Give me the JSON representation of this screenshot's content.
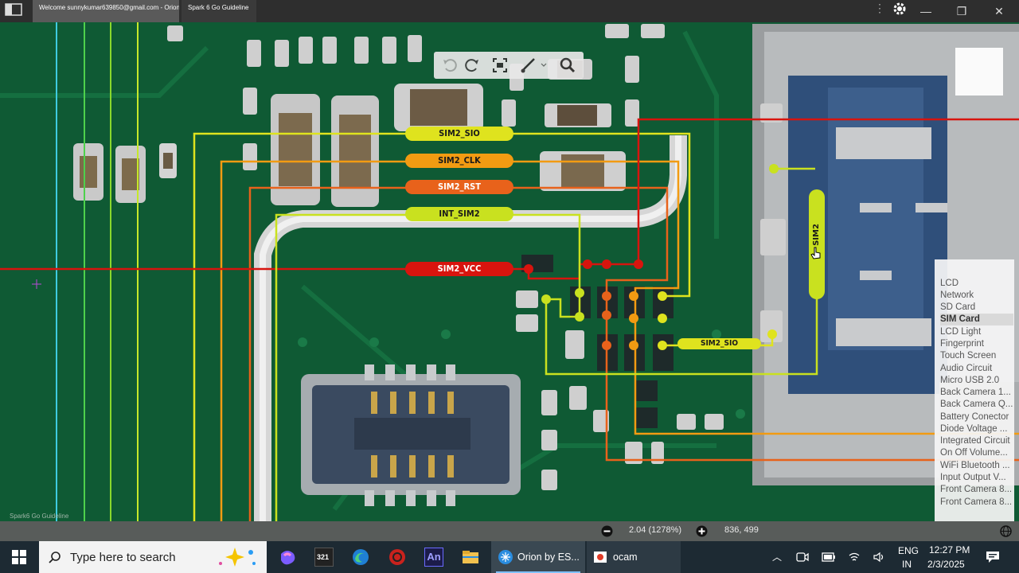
{
  "browser": {
    "tabs": [
      {
        "label": "Welcome sunnykumar639850@gmail.com - Orion"
      },
      {
        "label": "Spark 6 Go Guideline"
      }
    ]
  },
  "board": {
    "net_labels": {
      "sim2_sio_top": "SIM2_SIO",
      "sim2_clk": "SIM2_CLK",
      "sim2_rst": "SIM2_RST",
      "int_sim2": "INT_SIM2",
      "sim2_vcc": "SIM2_VCC",
      "sim2_sio_bottom": "SIM2_SIO",
      "sim2_slot": "SIM2"
    },
    "watermark": "Spark6 Go Guideline"
  },
  "menu": {
    "items": [
      {
        "label": "LCD"
      },
      {
        "label": "Network"
      },
      {
        "label": "SD Card"
      },
      {
        "label": "SIM Card",
        "selected": true
      },
      {
        "label": "LCD Light"
      },
      {
        "label": "Fingerprint"
      },
      {
        "label": "Touch Screen"
      },
      {
        "label": "Audio Circuit"
      },
      {
        "label": "Micro USB 2.0"
      },
      {
        "label": "Back Camera 1..."
      },
      {
        "label": "Back Camera Q..."
      },
      {
        "label": "Battery Conector"
      },
      {
        "label": "Diode Voltage ..."
      },
      {
        "label": "Integrated Circuit"
      },
      {
        "label": "On Off Volume..."
      },
      {
        "label": "WiFi Bluetooth ..."
      },
      {
        "label": "Input Output V..."
      },
      {
        "label": "Front Camera 8..."
      },
      {
        "label": "Front Camera 8..."
      }
    ]
  },
  "status": {
    "zoom": "2.04 (1278%)",
    "coords": "836, 499"
  },
  "taskbar": {
    "search_placeholder": "Type here to search",
    "calendar_day": "321",
    "apps": [
      {
        "label": "Orion by ES..."
      },
      {
        "label": "ocam"
      }
    ],
    "lang_top": "ENG",
    "lang_bottom": "IN",
    "time": "12:27 PM",
    "date": "2/3/2025"
  },
  "colors": {
    "sio": "#dfe31e",
    "clk": "#f29b12",
    "rst": "#e8621b",
    "int": "#c9e11f",
    "vcc": "#d8140e",
    "board": "#0f5a34"
  }
}
